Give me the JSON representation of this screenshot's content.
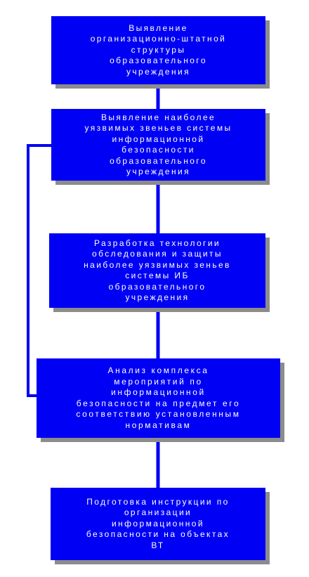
{
  "diagram": {
    "colors": {
      "box_fill": "#0000f5",
      "box_shadow": "#8c8c8c",
      "connector": "#0000f5",
      "text": "#ffffff"
    },
    "steps": [
      {
        "text": "Выявление\nорганизационно-штатной\nструктуры\nобразовательного\nучреждения"
      },
      {
        "text": "Выявление наиболее\nуязвимых звеньев системы\nинформационной\nбезопасности\nобразовательного\nучреждения"
      },
      {
        "text": "Разработка технологии\nобследования и защиты\nнаиболее уязвимых зеньев\nсистемы ИБ\nобразовательного\nучреждения"
      },
      {
        "text": "Анализ комплекса\nмероприятий по\nинформационной\nбезопасности на предмет его\nсоответствию установленным\nнормативам"
      },
      {
        "text": "Подготовка инструкции по\nорганизации\nинформационной\nбезопасности на объектах\nВТ"
      }
    ]
  }
}
